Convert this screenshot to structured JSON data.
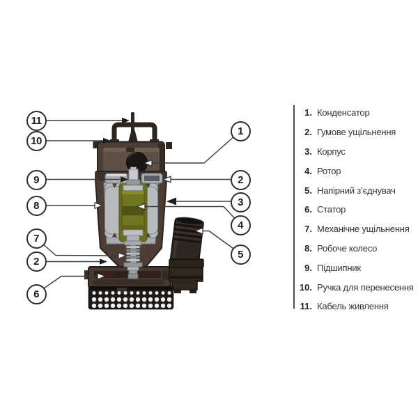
{
  "figure": {
    "type": "submersible-pump-cutaway-diagram",
    "callouts": {
      "c1": "1",
      "c2": "2",
      "c3": "3",
      "c4": "4",
      "c5": "5",
      "c6": "6",
      "c7": "7",
      "c8": "8",
      "c9": "9",
      "c10": "10",
      "c11": "11"
    }
  },
  "legend": {
    "items": [
      {
        "num": "1.",
        "label": "Конденсатор"
      },
      {
        "num": "2.",
        "label": "Гумове ущільнення"
      },
      {
        "num": "3.",
        "label": "Корпус"
      },
      {
        "num": "4.",
        "label": "Ротор"
      },
      {
        "num": "5.",
        "label": "Напірний з’єднувач"
      },
      {
        "num": "6.",
        "label": "Статор"
      },
      {
        "num": "7.",
        "label": "Механічне ущільнення"
      },
      {
        "num": "8.",
        "label": "Робоче колесо"
      },
      {
        "num": "9.",
        "label": "Підшипник"
      },
      {
        "num": "10.",
        "label": "Ручка для перенесення"
      },
      {
        "num": "11.",
        "label": "Кабель живлення"
      }
    ]
  },
  "colors": {
    "casing_brown": "#4c3e34",
    "rotor_olive": "#70751f",
    "interior_gray": "#a9adb2",
    "strainer_black": "#1f1a16",
    "line_dark": "#3c3c3c",
    "background": "#ffffff"
  }
}
